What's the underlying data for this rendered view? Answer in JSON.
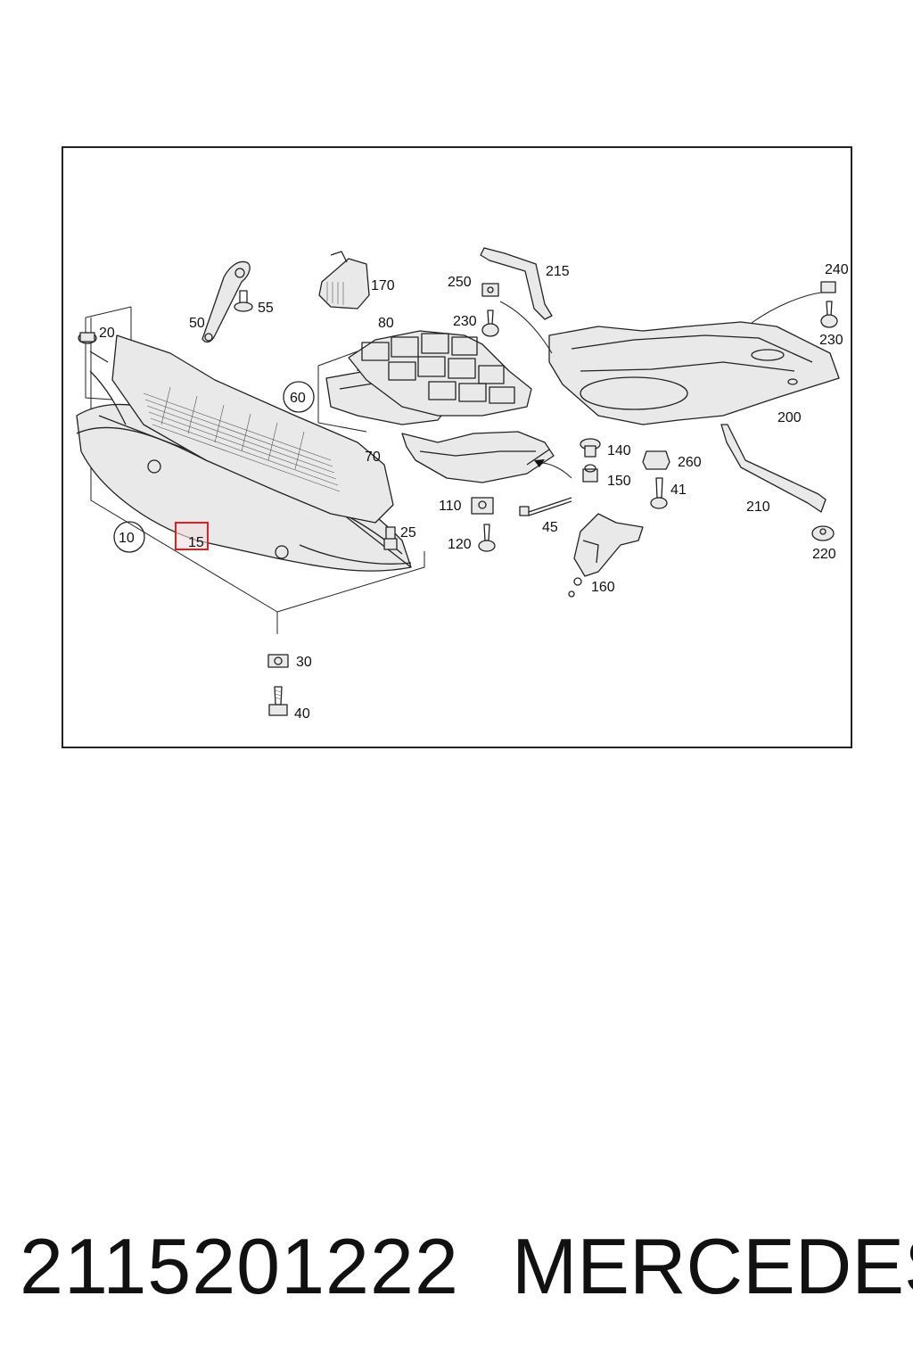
{
  "diagram": {
    "callouts": [
      "10",
      "15",
      "20",
      "25",
      "30",
      "40",
      "41",
      "45",
      "50",
      "55",
      "60",
      "70",
      "80",
      "110",
      "120",
      "140",
      "150",
      "160",
      "170",
      "200",
      "210",
      "215",
      "220",
      "230",
      "230",
      "240",
      "250",
      "260"
    ],
    "highlighted_callout": "15",
    "highlight_color": "#e02020"
  },
  "footer": {
    "part_number": "2115201222",
    "brand": "MERCEDES"
  }
}
